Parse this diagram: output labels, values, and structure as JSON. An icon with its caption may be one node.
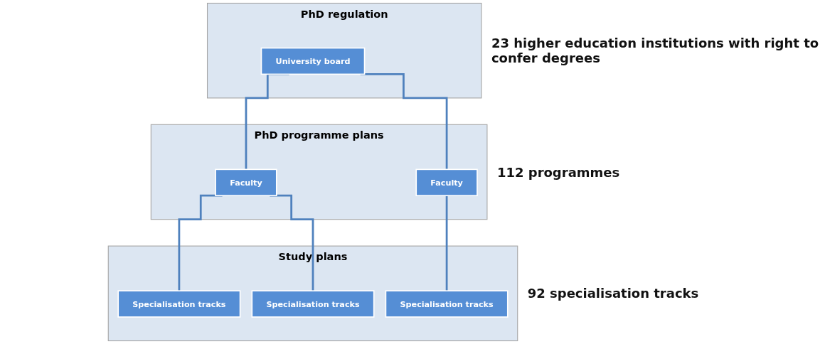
{
  "diagram": {
    "nodes": [
      {
        "text": [
          "PhD regulation"
        ],
        "beside": [
          "23 higher education institutions with right to confer degrees"
        ]
      },
      {
        "text": [
          "University board"
        ],
        "in": 0
      },
      {
        "text": [
          "PhD programme plans"
        ],
        "beside": [
          "112 programmes"
        ]
      },
      {
        "text": [
          "Faculty"
        ],
        "in": 2
      },
      {
        "text": [
          "Faculty"
        ],
        "in": 2
      },
      {
        "text": [
          "Study plans"
        ],
        "beside": [
          "92 specialisation tracks"
        ]
      },
      {
        "text": [
          "Specialisation tracks"
        ],
        "in": 5
      },
      {
        "text": [
          "Specialisation tracks"
        ],
        "in": 5
      },
      {
        "text": [
          "Specialisation tracks"
        ],
        "in": 5
      }
    ],
    "edges": [
      {
        "from": 1,
        "to": 3,
        "arrow": "none"
      },
      {
        "from": 1,
        "to": 4,
        "arrow": "none"
      },
      {
        "from": 3,
        "to": 6,
        "arrow": "none"
      },
      {
        "from": 3,
        "to": 7,
        "arrow": "none"
      },
      {
        "from": 4,
        "to": 8,
        "arrow": "none"
      }
    ]
  }
}
